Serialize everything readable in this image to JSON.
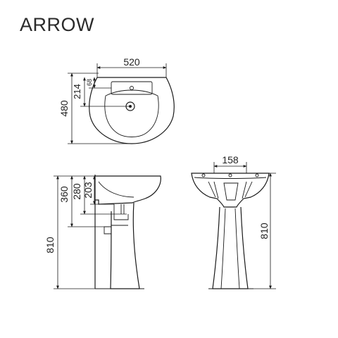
{
  "brand": "ARROW",
  "top_view": {
    "width_label": "520",
    "depth_label": "480",
    "tap_to_back_label": "214",
    "tap_hole_label": "68"
  },
  "side_view": {
    "total_height_label": "810",
    "outlet_label": "360",
    "trap_label": "280",
    "waste_label": "203"
  },
  "front_view": {
    "holes_label": "158",
    "total_height_label": "810"
  },
  "colors": {
    "line": "#1a1a1a",
    "text": "#222222",
    "background": "#ffffff"
  }
}
